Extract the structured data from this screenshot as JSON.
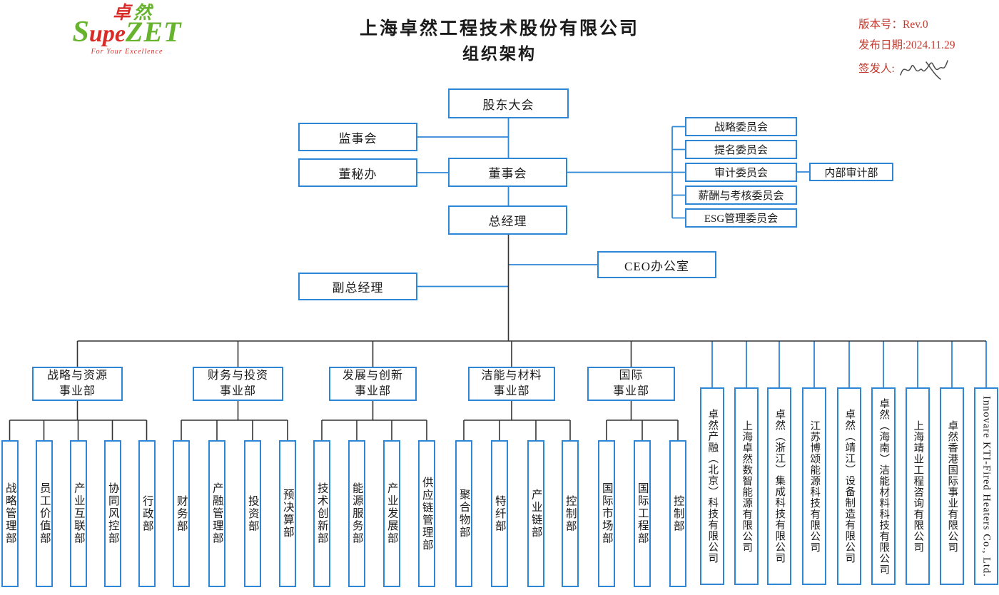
{
  "colors": {
    "box_border": "#2e86d6",
    "connector_blue": "#2e86d6",
    "connector_dark": "#333333",
    "meta_red": "#c2392e",
    "logo_green": "#67b32e",
    "logo_red": "#d92b27"
  },
  "header": {
    "logo": {
      "hanzi_red": "卓",
      "hanzi_green": "然",
      "word_s": "S",
      "word_upe": "upe",
      "word_zet": "ZET",
      "tagline": "For Your Excellence"
    },
    "title_line1": "上海卓然工程技术股份有限公司",
    "title_line2": "组织架构",
    "meta": {
      "version": "版本号：Rev.0",
      "date": "发布日期:2024.11.29",
      "signer": "签发人:"
    }
  },
  "nodes": {
    "shareholders": "股东大会",
    "supervisory_board": "监事会",
    "board_secretary_office": "董秘办",
    "board": "董事会",
    "general_manager": "总经理",
    "ceo_office": "CEO办公室",
    "deputy_general_manager": "副总经理",
    "internal_audit": "内部审计部"
  },
  "committees": [
    "战略委员会",
    "提名委员会",
    "审计委员会",
    "薪酬与考核委员会",
    "ESG管理委员会"
  ],
  "divisions": [
    {
      "line1": "战略与资源",
      "line2": "事业部",
      "departments": [
        "战略管理部",
        "员工价值部",
        "产业互联部",
        "协同风控部",
        "行政部"
      ]
    },
    {
      "line1": "财务与投资",
      "line2": "事业部",
      "departments": [
        "财务部",
        "产融管理部",
        "投资部",
        "预决算部"
      ]
    },
    {
      "line1": "发展与创新",
      "line2": "事业部",
      "departments": [
        "技术创新部",
        "能源服务部",
        "产业发展部",
        "供应链管理部"
      ]
    },
    {
      "line1": "洁能与材料",
      "line2": "事业部",
      "departments": [
        "聚合物部",
        "特纤部",
        "产业链部",
        "控制部"
      ]
    },
    {
      "line1": "国际",
      "line2": "事业部",
      "departments": [
        "国际市场部",
        "国际工程部",
        "控制部"
      ]
    }
  ],
  "subsidiaries": [
    "卓然产融（北京）科技有限公司",
    "上海卓然数智能源有限公司",
    "卓然（浙江）集成科技有限公司",
    "江苏博颂能源科技有限公司",
    "卓然（靖江）设备制造有限公司",
    "卓然（海南）洁能材料科技有限公司",
    "上海靖业工程咨询有限公司",
    "卓然香港国际事业有限公司",
    "Innovare KTI-Fired Heaters Co., Ltd."
  ]
}
